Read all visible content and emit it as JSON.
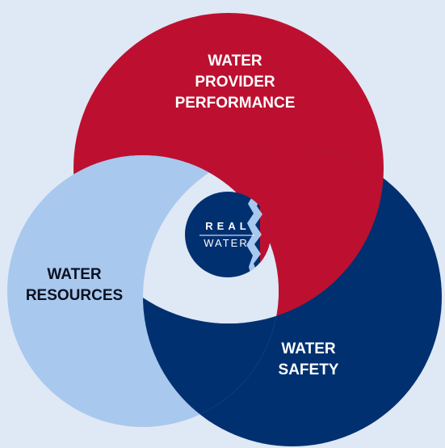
{
  "diagram": {
    "colors": {
      "background": "#dfe8f5",
      "red": "#bd1030",
      "navy": "#003070",
      "light_blue": "#a8c8ee",
      "center": "#dfe8f5",
      "label_light": "#ffffff",
      "label_dark": "#0b1020"
    },
    "circles": [
      {
        "id": "water-provider-performance",
        "lines": [
          "WATER",
          "PROVIDER",
          "PERFORMANCE"
        ]
      },
      {
        "id": "water-resources",
        "lines": [
          "WATER",
          "RESOURCES"
        ]
      },
      {
        "id": "water-safety",
        "lines": [
          "WATER",
          "SAFETY"
        ]
      }
    ],
    "logo": {
      "line1": "REAL",
      "line2": "WATER"
    }
  }
}
